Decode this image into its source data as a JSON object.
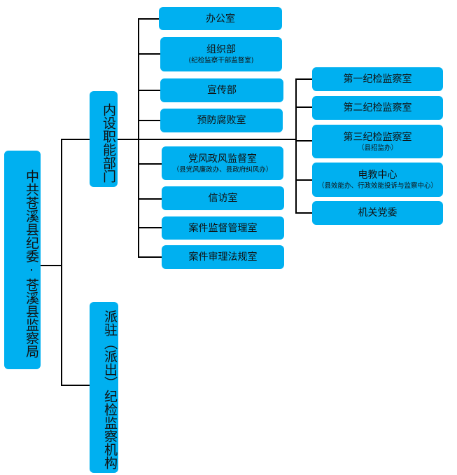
{
  "root": {
    "label": "中共苍溪县纪委·苍溪县监察局"
  },
  "branches": [
    {
      "label": "内设职能部门"
    },
    {
      "label": "派驻（派出）纪检监察机构"
    }
  ],
  "internal_departments": [
    {
      "title": "办公室",
      "subtitle": ""
    },
    {
      "title": "组织部",
      "subtitle": "(纪检监察干部监督室)"
    },
    {
      "title": "宣传部",
      "subtitle": ""
    },
    {
      "title": "预防腐败室",
      "subtitle": ""
    },
    {
      "title": "党风政风监督室",
      "subtitle": "（县党风廉政办、县政府纠风办）"
    },
    {
      "title": "信访室",
      "subtitle": ""
    },
    {
      "title": "案件监督管理室",
      "subtitle": ""
    },
    {
      "title": "案件审理法规室",
      "subtitle": ""
    }
  ],
  "right_departments": [
    {
      "title": "第一纪检监察室",
      "subtitle": ""
    },
    {
      "title": "第二纪检监察室",
      "subtitle": ""
    },
    {
      "title": "第三纪检监察室",
      "subtitle": "（县招监办）"
    },
    {
      "title": "电教中心",
      "subtitle": "（县效能办、行政效能投诉与监察中心）"
    },
    {
      "title": "机关党委",
      "subtitle": ""
    }
  ],
  "colors": {
    "box": "#00b0f0",
    "line": "#000000"
  }
}
